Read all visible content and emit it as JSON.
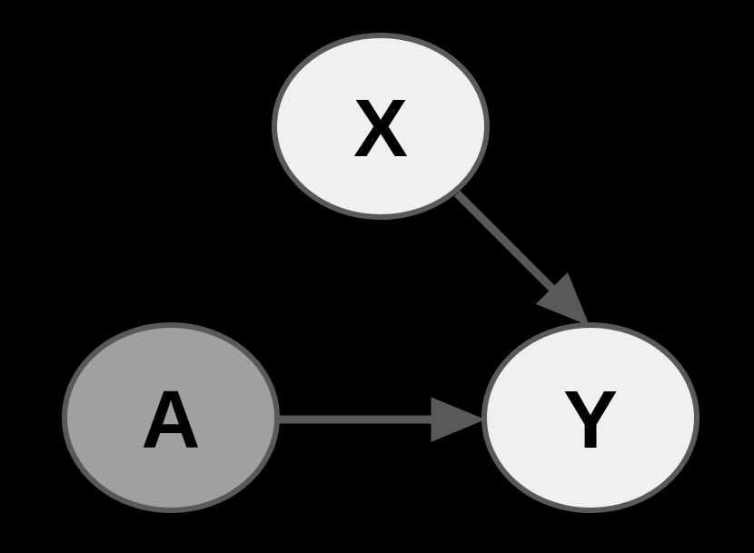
{
  "diagram": {
    "type": "directed-graph",
    "background_color": "#000000",
    "node_border_color": "#595959",
    "edge_color": "#595959",
    "label_color": "#000000",
    "nodes": {
      "x": {
        "label": "X",
        "fill": "#f0f0f0"
      },
      "a": {
        "label": "A",
        "fill": "#a0a0a0"
      },
      "y": {
        "label": "Y",
        "fill": "#f0f0f0"
      }
    },
    "edges": [
      {
        "from": "X",
        "to": "Y"
      },
      {
        "from": "A",
        "to": "Y"
      }
    ]
  }
}
